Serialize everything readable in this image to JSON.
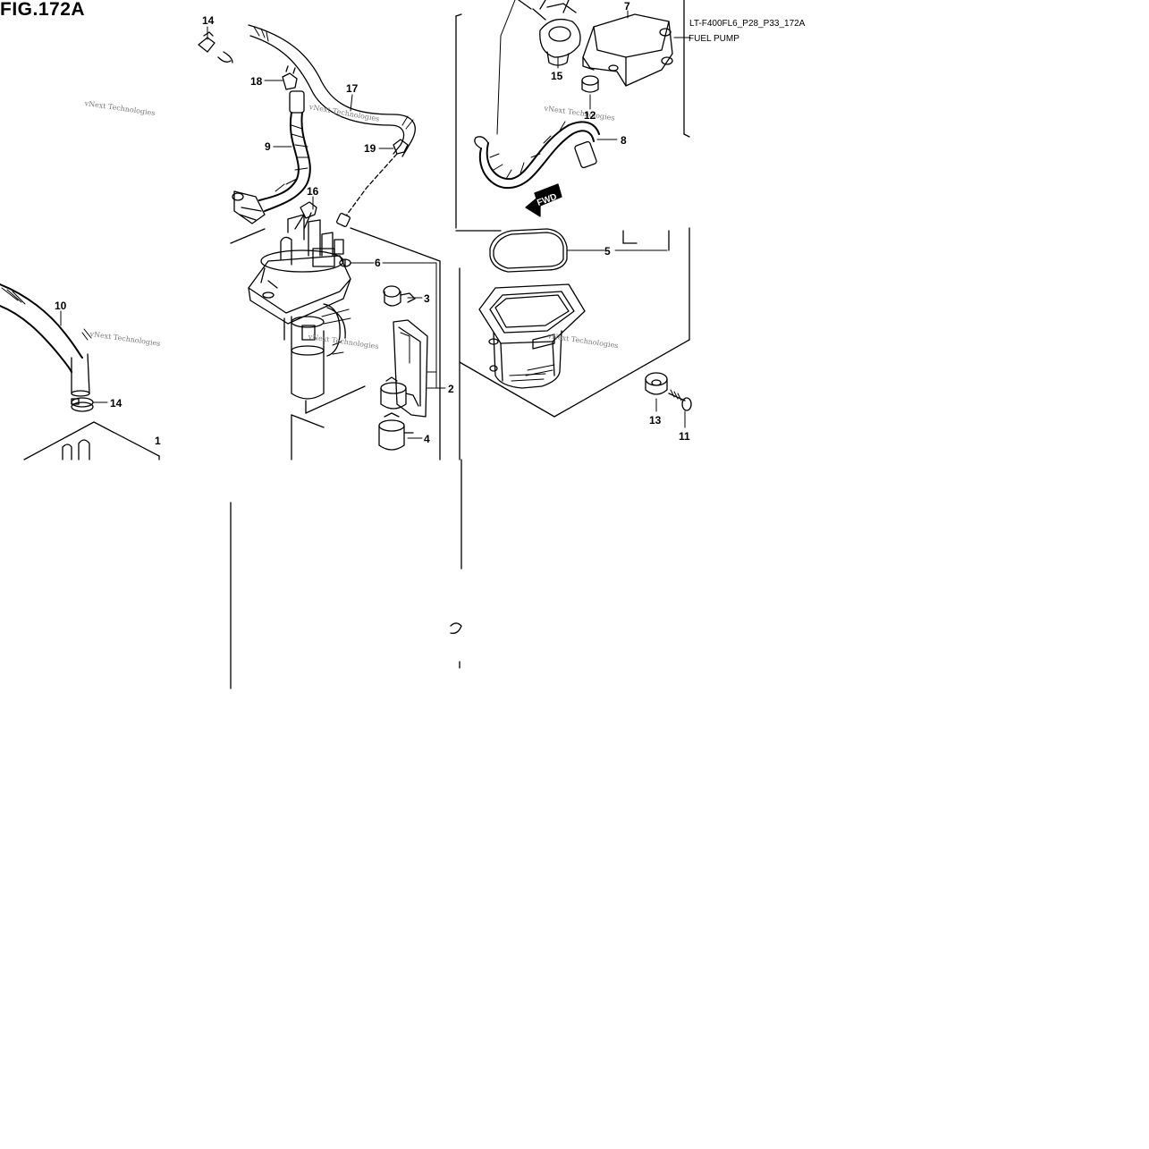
{
  "figure": {
    "title": "FIG.172A",
    "code": "LT-F400FL6_P28_P33_172A",
    "subtitle": "FUEL PUMP"
  },
  "fwd_label": "FWD",
  "watermark": "vNext Technologies",
  "callouts": [
    {
      "id": "c14a",
      "label": "14"
    },
    {
      "id": "c18",
      "label": "18"
    },
    {
      "id": "c17",
      "label": "17"
    },
    {
      "id": "c9",
      "label": "9"
    },
    {
      "id": "c19",
      "label": "19"
    },
    {
      "id": "c16",
      "label": "16"
    },
    {
      "id": "c6",
      "label": "6"
    },
    {
      "id": "c3",
      "label": "3"
    },
    {
      "id": "c10",
      "label": "10"
    },
    {
      "id": "c14b",
      "label": "14"
    },
    {
      "id": "c1",
      "label": "1"
    },
    {
      "id": "c2",
      "label": "2"
    },
    {
      "id": "c4",
      "label": "4"
    },
    {
      "id": "c7",
      "label": "7"
    },
    {
      "id": "c15",
      "label": "15"
    },
    {
      "id": "c12",
      "label": "12"
    },
    {
      "id": "c8",
      "label": "8"
    },
    {
      "id": "c5",
      "label": "5"
    },
    {
      "id": "c13",
      "label": "13"
    },
    {
      "id": "c11",
      "label": "11"
    }
  ]
}
